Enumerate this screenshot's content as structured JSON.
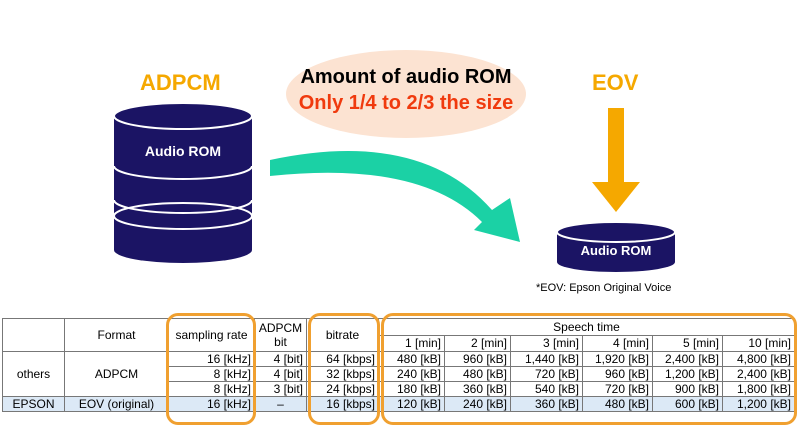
{
  "left_label": "ADPCM",
  "right_label": "EOV",
  "bubble": {
    "line1": "Amount of audio ROM",
    "line2": "Only 1/4 to 2/3 the size"
  },
  "rom_left_label": "Audio ROM",
  "rom_right_label": "Audio ROM",
  "footnote": "*EOV: Epson Original Voice",
  "colors": {
    "cylinder": "#1B1464",
    "accent_orange": "#F5A800",
    "arrow_green": "#1BD1A5",
    "bubble_fill": "#FCE3D2",
    "bubble_red_text": "#F03A0E",
    "highlight_orange": "#F0A030",
    "epson_row_fill": "#DCE9F6"
  },
  "table": {
    "headers": {
      "format": "Format",
      "sampling": "sampling rate",
      "adpcm_bit_1": "ADPCM",
      "adpcm_bit_2": "bit",
      "bitrate": "bitrate",
      "speech_time": "Speech time",
      "times": [
        "1 [min]",
        "2 [min]",
        "3 [min]",
        "4 [min]",
        "5 [min]",
        "10 [min]"
      ]
    },
    "groups": {
      "others": "others",
      "others_format": "ADPCM"
    },
    "rows": [
      {
        "rate": "16 [kHz]",
        "bit": "4 [bit]",
        "bitrate": "64 [kbps]",
        "sizes": [
          "480 [kB]",
          "960 [kB]",
          "1,440 [kB]",
          "1,920 [kB]",
          "2,400 [kB]",
          "4,800 [kB]"
        ]
      },
      {
        "rate": "8 [kHz]",
        "bit": "4 [bit]",
        "bitrate": "32 [kbps]",
        "sizes": [
          "240 [kB]",
          "480 [kB]",
          "720 [kB]",
          "960 [kB]",
          "1,200 [kB]",
          "2,400 [kB]"
        ]
      },
      {
        "rate": "8 [kHz]",
        "bit": "3 [bit]",
        "bitrate": "24 [kbps]",
        "sizes": [
          "180 [kB]",
          "360 [kB]",
          "540 [kB]",
          "720 [kB]",
          "900 [kB]",
          "1,800 [kB]"
        ]
      },
      {
        "group": "EPSON",
        "format": "EOV (original)",
        "rate": "16 [kHz]",
        "bit": "–",
        "bitrate": "16 [kbps]",
        "sizes": [
          "120 [kB]",
          "240 [kB]",
          "360 [kB]",
          "480 [kB]",
          "600 [kB]",
          "1,200 [kB]"
        ]
      }
    ]
  }
}
